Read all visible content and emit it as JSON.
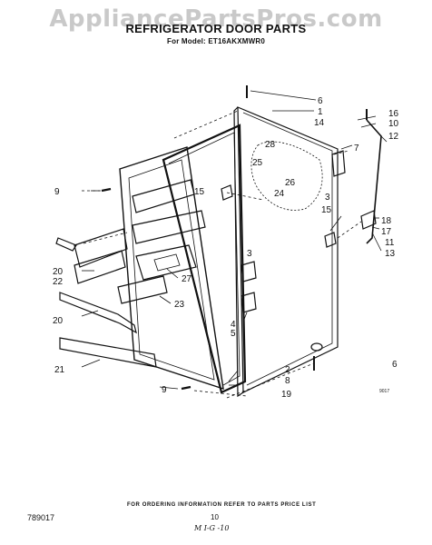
{
  "watermark": "AppliancePartsPros.com",
  "title": "REFRIGERATOR DOOR PARTS",
  "model_line": "For Model: ET16AKXMWR0",
  "footer_note": "FOR ORDERING INFORMATION REFER TO PARTS PRICE LIST",
  "doc_number": "789017",
  "page_number": "10",
  "handwritten_mark": "M I-G -10",
  "small_code": "9017",
  "callouts": {
    "c1": "1",
    "c2": "2",
    "c3": "3",
    "c3b": "3",
    "c4": "4",
    "c5": "5",
    "c6": "6",
    "c6b": "6",
    "c7": "7",
    "c8": "8",
    "c9": "9",
    "c9b": "9",
    "c10": "10",
    "c11": "11",
    "c12": "12",
    "c13": "13",
    "c14": "14",
    "c15": "15",
    "c15b": "15",
    "c16": "16",
    "c17": "17",
    "c18": "18",
    "c19": "19",
    "c20": "20",
    "c20b": "20",
    "c21": "21",
    "c22": "22",
    "c23": "23",
    "c24": "24",
    "c25": "25",
    "c26": "26",
    "c27": "27",
    "c28": "28"
  }
}
